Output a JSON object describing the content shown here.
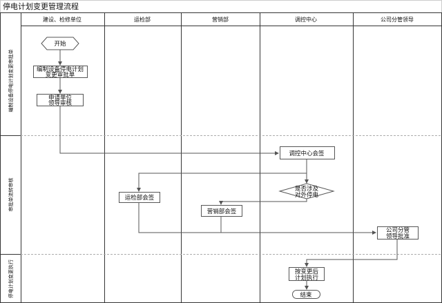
{
  "title": "停电计划变更管理流程",
  "lanes": [
    "建设、检修单位",
    "运检部",
    "营销部",
    "调控中心",
    "公司分管领导"
  ],
  "phases": [
    "编制设备停电计划变更审批单",
    "审批单流转审核",
    "停电计划变更执行"
  ],
  "nodes": {
    "start": "开始",
    "draft": [
      "编制设备停电计划",
      "变更审批单"
    ],
    "unit_review": [
      "申请单位",
      "领导审核"
    ],
    "dispatch_sign": "调控中心会签",
    "decision": [
      "是否涉及",
      "对外停电"
    ],
    "ops_sign": "运检部会签",
    "marketing_sign": "营销部会签",
    "leader_approve": [
      "公司分管",
      "领导批准"
    ],
    "execute": [
      "按变更后",
      "计划执行"
    ],
    "end": "结束"
  }
}
